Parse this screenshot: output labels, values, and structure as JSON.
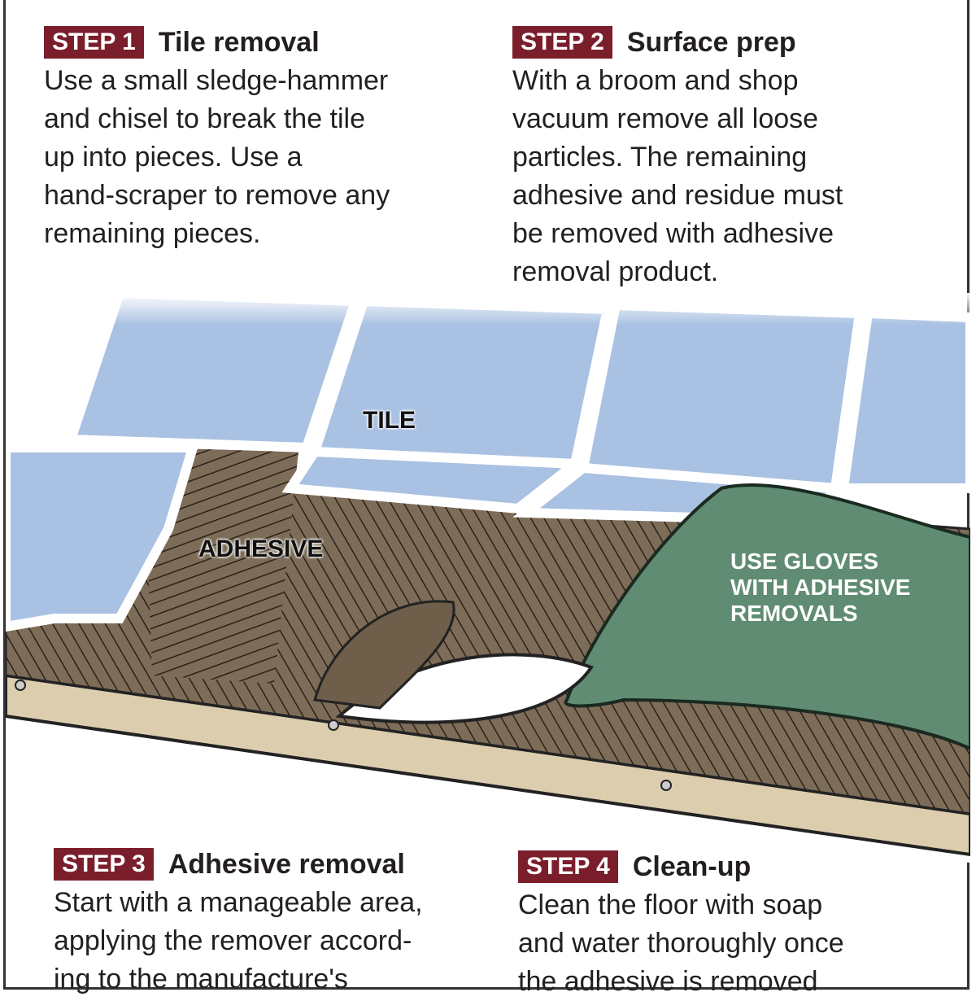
{
  "steps": [
    {
      "badge": "STEP 1",
      "title": "Tile removal",
      "body": "Use a small sledge-hammer\nand chisel to break the tile\nup into pieces. Use a\nhand-scraper to remove any\nremaining pieces."
    },
    {
      "badge": "STEP 2",
      "title": "Surface prep",
      "body": "With a broom and shop\nvacuum remove all loose\nparticles. The remaining\nadhesive and residue must\nbe removed with   adhesive\nremoval product."
    },
    {
      "badge": "STEP 3",
      "title": "Adhesive removal",
      "body": "Start with a manageable area,\napplying the remover accord-\ning to the manufacture's"
    },
    {
      "badge": "STEP 4",
      "title": "Clean-up",
      "body": "Clean the floor with soap\nand water thoroughly once\nthe adhesive is removed"
    }
  ],
  "labels": {
    "tile": "TILE",
    "adhesive": "ADHESIVE",
    "gloves": "USE GLOVES\nWITH ADHESIVE\nREMOVALS"
  },
  "colors": {
    "badge": "#7b1e2c",
    "tile": "#a9c1e2",
    "adhesive": "#7d6c58",
    "glove": "#5f8c72",
    "subfloor": "#dccdae"
  }
}
